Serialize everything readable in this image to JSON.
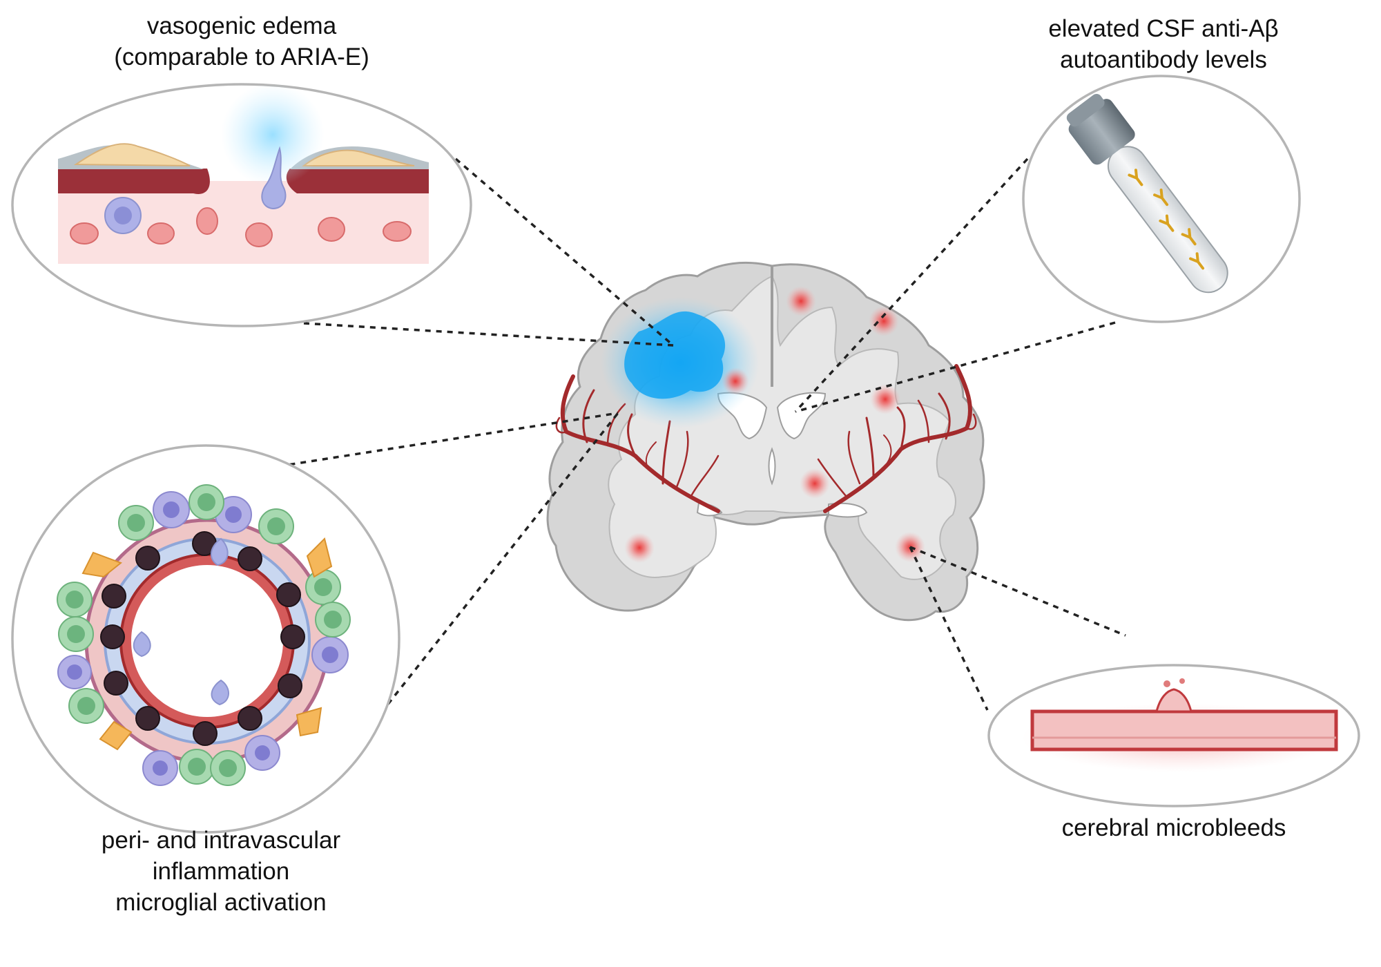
{
  "labels": {
    "edema": [
      "vasogenic edema",
      "(comparable to ARIA-E)"
    ],
    "csf": [
      "elevated CSF anti-Aβ",
      "autoantibody levels"
    ],
    "inflammation": [
      "peri- and intravascular",
      "inflammation",
      "microglial activation"
    ],
    "microbleeds": [
      "cerebral microbleeds"
    ]
  },
  "colors": {
    "edema_glow": "#1aa7f2",
    "microbleed_spot": "#e83a3a",
    "vessel": "#a32a2c",
    "brain_gray": "#d6d6d6",
    "brain_white": "#e7e7e7",
    "circle_outline": "#b5b5b5",
    "antibody": "#d9a21f",
    "neutrophil_green": "#8cc79a",
    "microglia_purple": "#b3b0e6",
    "astrocyte_orange": "#f5b75a"
  },
  "icons": [
    "brain-coronal-section",
    "blood-vessel-cross-section",
    "csf-sample-tube",
    "antibody-icon",
    "vessel-rupture-icon"
  ]
}
